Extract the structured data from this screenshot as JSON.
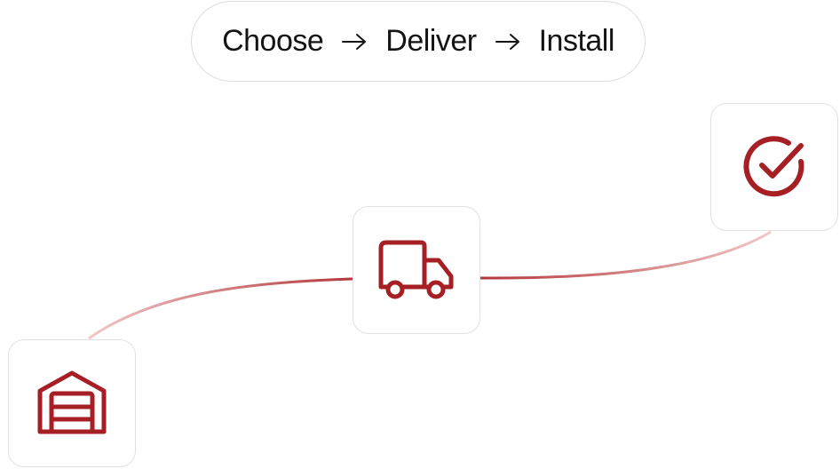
{
  "steps_pill": {
    "step_1": "Choose",
    "arrow_1": "arrow-right-icon",
    "step_2": "Deliver",
    "arrow_2": "arrow-right-icon",
    "step_3": "Install"
  },
  "cards": {
    "choose": {
      "icon": "garage-door-icon"
    },
    "deliver": {
      "icon": "delivery-truck-icon"
    },
    "install": {
      "icon": "check-circle-icon"
    }
  },
  "colors": {
    "accent": "#a51f24",
    "connector_strong": "#b1383c",
    "connector_faint": "#f2c7c8",
    "card_border": "#e2e2e2",
    "text": "#141414"
  }
}
